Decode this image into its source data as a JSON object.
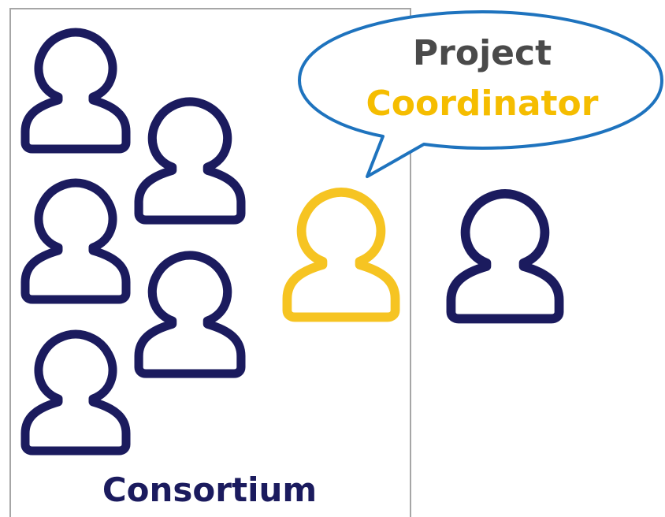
{
  "consortium": {
    "label": "Consortium"
  },
  "speech_bubble": {
    "line1": "Project",
    "line2": "Coordinator"
  },
  "colors": {
    "member_icon": "#1b1b5e",
    "coordinator_icon": "#f6c422",
    "label_dark": "#1b1b5e",
    "bubble_text_gray": "#4a4a4a",
    "bubble_text_yellow": "#f5bd00",
    "bubble_border": "#1e73be",
    "box_border": "#a6a6a6"
  },
  "icons": {
    "member": "person-outline-icon",
    "coordinator": "person-outline-icon"
  }
}
